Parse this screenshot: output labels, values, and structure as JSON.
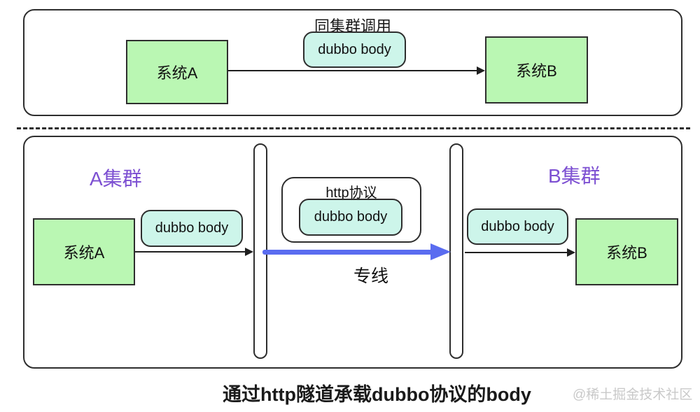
{
  "top_section": {
    "title": "同集群调用",
    "system_a": "系统A",
    "dubbo_body": "dubbo body",
    "system_b": "系统B"
  },
  "bottom_section": {
    "cluster_a": "A集群",
    "cluster_b": "B集群",
    "system_a": "系统A",
    "dubbo_body_left": "dubbo body",
    "http_box": {
      "title": "http协议",
      "dubbo_body": "dubbo body"
    },
    "line_label": "专线",
    "dubbo_body_right": "dubbo body",
    "system_b": "系统B"
  },
  "caption": "通过http隧道承载dubbo协议的body",
  "watermark": "@稀土掘金技术社区",
  "colors": {
    "box_green": "#baf7b3",
    "box_cyan": "#cdf5ea",
    "cluster_purple": "#7d50d2",
    "tunnel_blue": "#5a6cf0",
    "stroke": "#2e2e2e",
    "watermark_gray": "#c9c9c9"
  }
}
